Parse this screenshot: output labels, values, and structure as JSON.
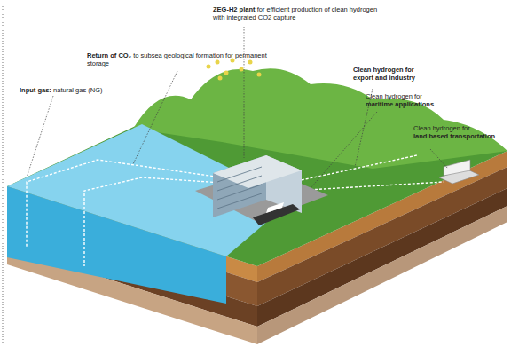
{
  "diagram": {
    "labels": [
      "ZEG-H2 plant",
      "for efficient production of clean hydrogen with integrated CO2 capture",
      "Return of CO₂",
      "to subsea geological formation for permanent storage",
      "Input gas:",
      "natural gas (NG)",
      "Clean hydrogen for export and industry",
      "Clean hydrogen for",
      "maritime applications",
      "Clean hydrogen for",
      "land based transportation"
    ]
  }
}
